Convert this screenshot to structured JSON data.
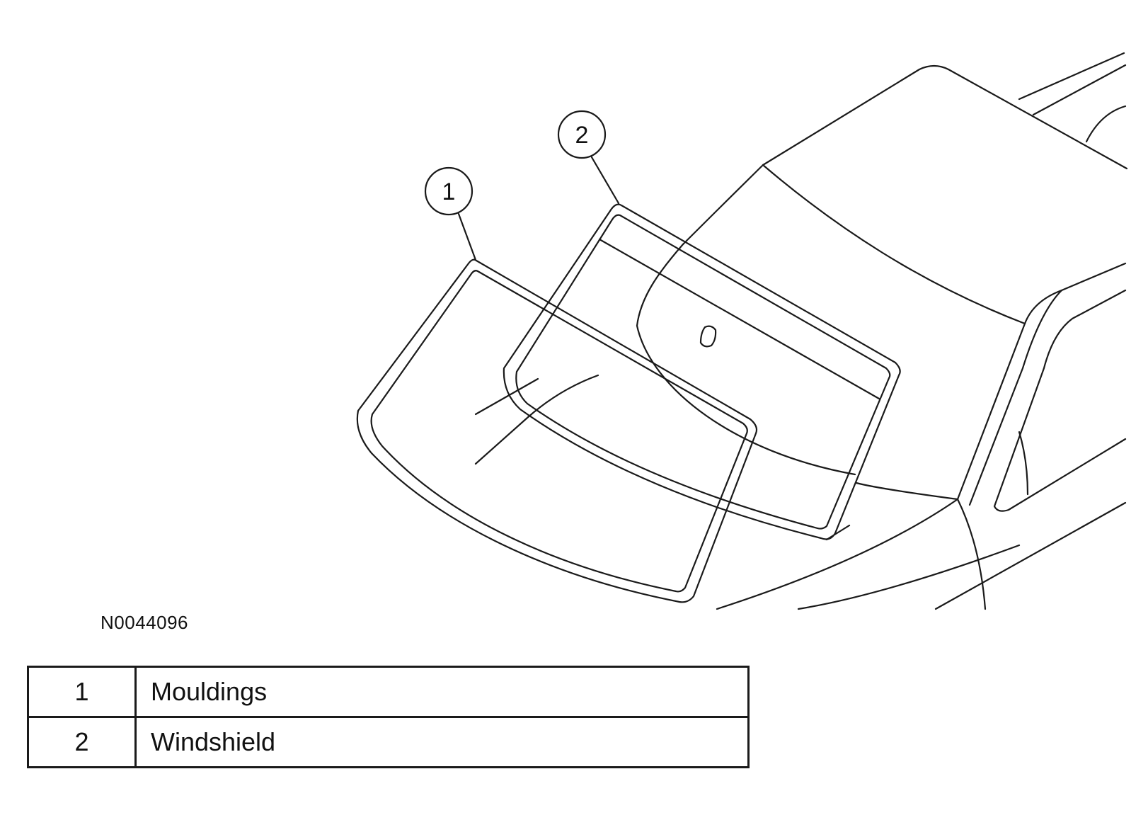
{
  "figure_id": "N0044096",
  "callouts": [
    {
      "number": "1"
    },
    {
      "number": "2"
    }
  ],
  "legend": [
    {
      "number": "1",
      "description": "Mouldings"
    },
    {
      "number": "2",
      "description": "Windshield"
    }
  ]
}
